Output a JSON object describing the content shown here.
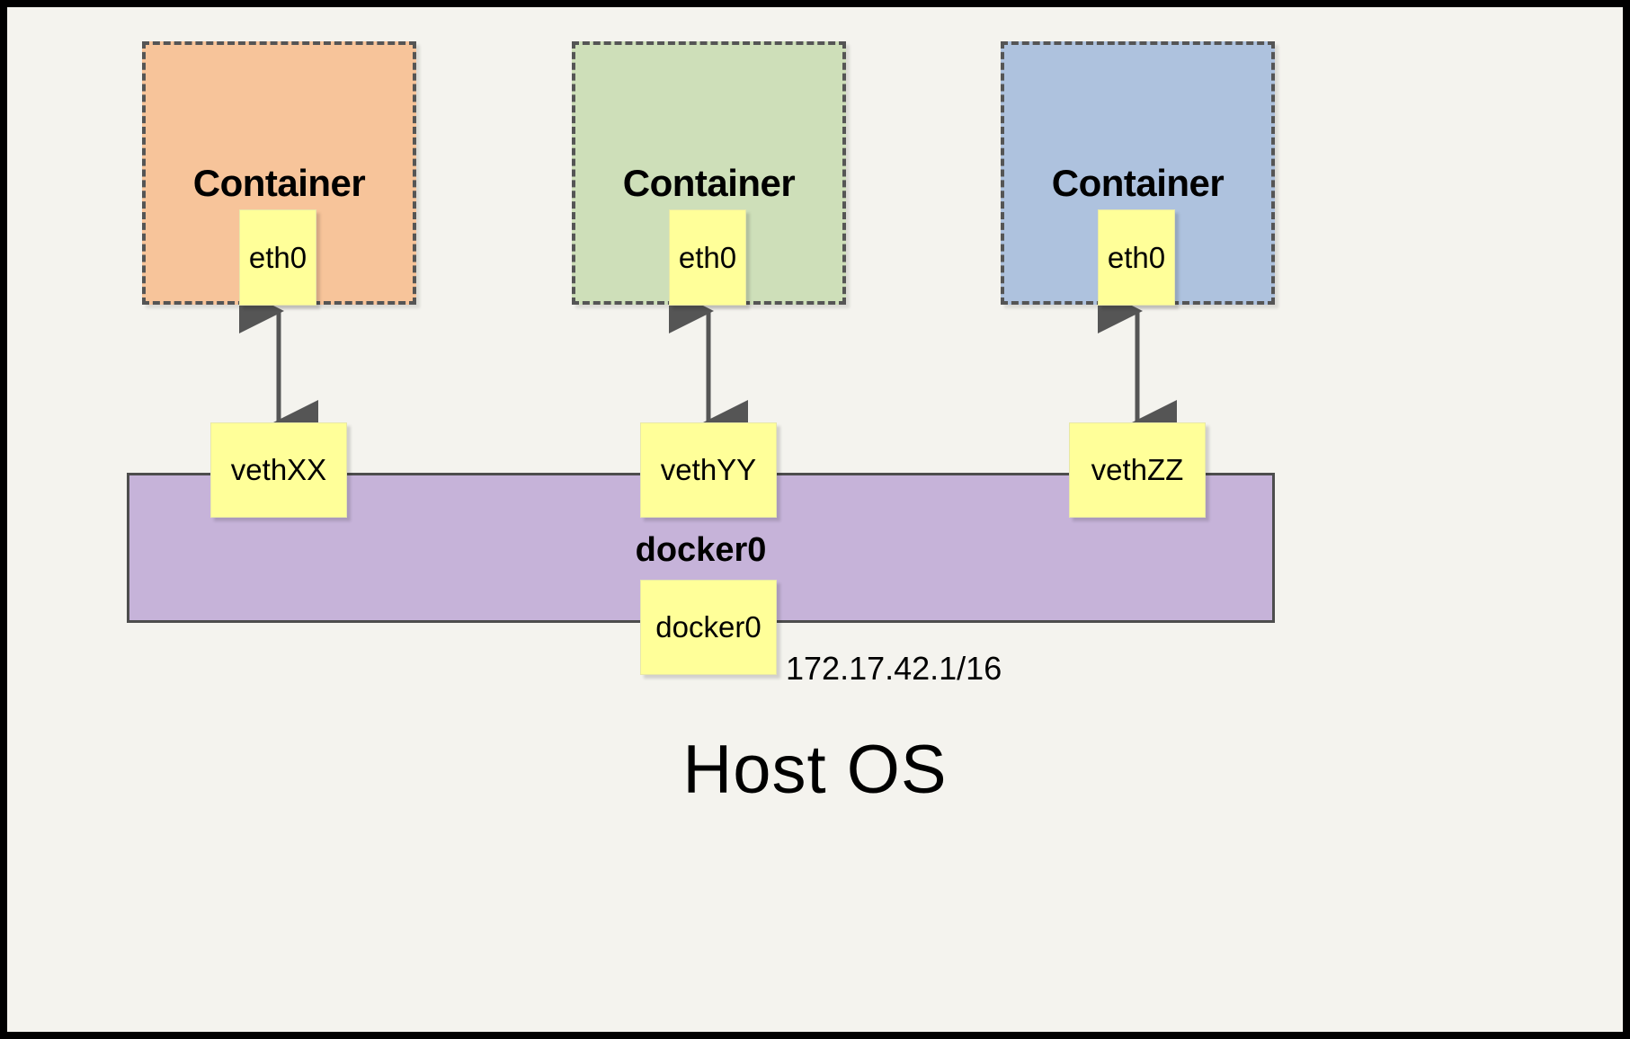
{
  "diagram": {
    "title_caption": "Host OS",
    "background_color": "#f4f3ee",
    "frame_color": "#000000"
  },
  "containers": [
    {
      "label": "Container",
      "fill_color": "#f7c49a",
      "border_color": "#555555",
      "interface": {
        "label": "eth0",
        "fill_color": "#ffff99"
      }
    },
    {
      "label": "Container",
      "fill_color": "#cedfb9",
      "border_color": "#555555",
      "interface": {
        "label": "eth0",
        "fill_color": "#ffff99"
      }
    },
    {
      "label": "Container",
      "fill_color": "#aec2de",
      "border_color": "#555555",
      "interface": {
        "label": "eth0",
        "fill_color": "#ffff99"
      }
    }
  ],
  "veths": [
    {
      "label": "vethXX"
    },
    {
      "label": "vethYY"
    },
    {
      "label": "vethZZ"
    }
  ],
  "bridge": {
    "label": "docker0",
    "interface_label": "docker0",
    "ip_address": "172.17.42.1/16",
    "fill_color": "#c6b3d9",
    "border_color": "#4d4d4d"
  },
  "links": [
    {
      "from": "eth0",
      "to": "vethXX",
      "style": "double-arrow"
    },
    {
      "from": "eth0",
      "to": "vethYY",
      "style": "double-arrow"
    },
    {
      "from": "eth0",
      "to": "vethZZ",
      "style": "double-arrow"
    }
  ]
}
